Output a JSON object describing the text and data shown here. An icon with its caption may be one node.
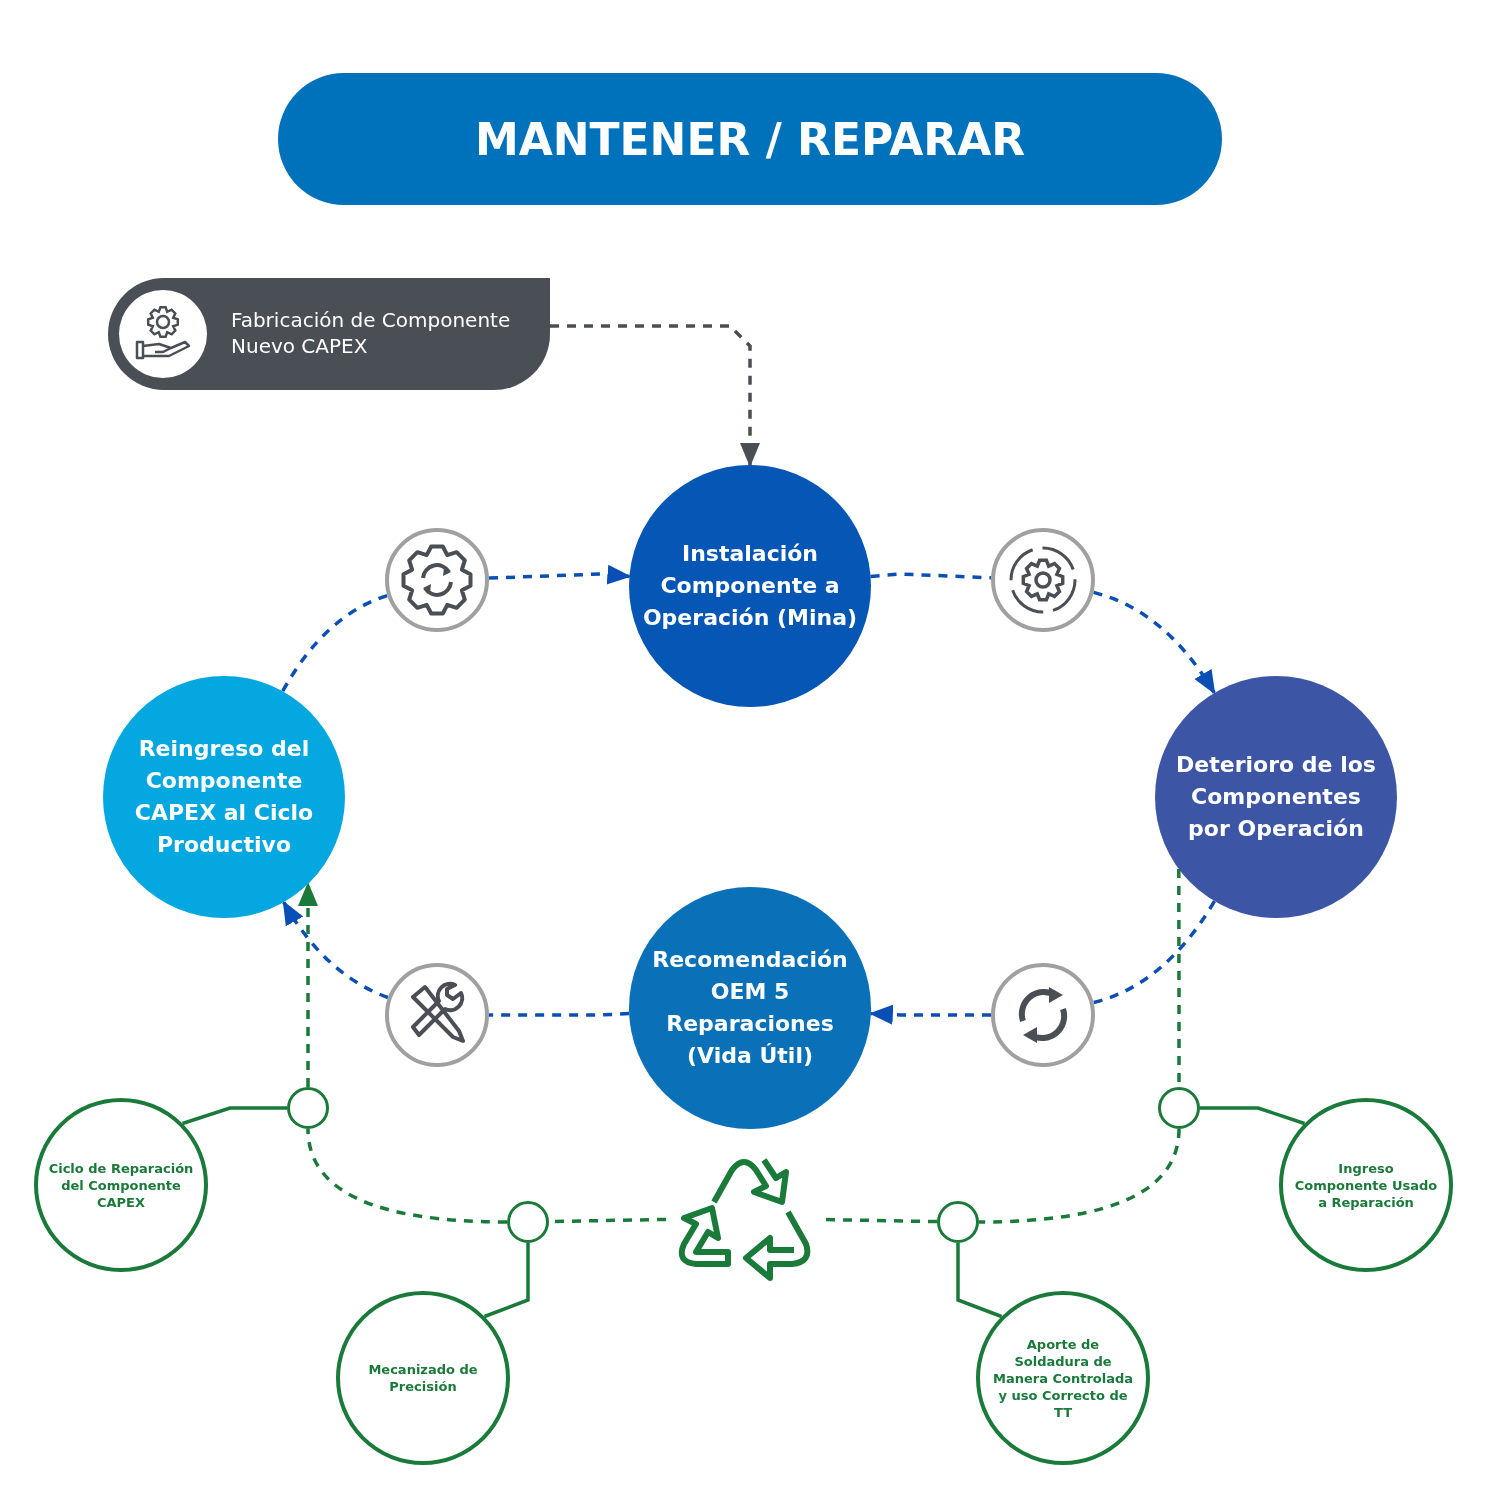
{
  "diagram": {
    "title": "MANTENER / REPARAR",
    "nodes": [
      {
        "text": [
          "Fabricación de Componente Nuevo CAPEX"
        ]
      },
      {
        "text": [],
        "shape": "circle"
      },
      {
        "text": [
          "Instalación Componente a Operación (Mina)"
        ]
      },
      {
        "text": [],
        "shape": "circle"
      },
      {
        "text": [
          "Reingreso del Componente CAPEX al Ciclo Productivo"
        ]
      },
      {
        "text": [
          "Deterioro de los Componentes por Operación"
        ]
      },
      {
        "text": [
          "Recomendación OEM 5 Reparaciones (Vida Útil)"
        ]
      },
      {
        "text": [],
        "shape": "circle"
      },
      {
        "text": [],
        "shape": "circle"
      },
      {
        "text": [],
        "shape": "circle"
      },
      {
        "text": [],
        "shape": "circle"
      },
      {
        "text": [
          "Ciclo de Reparación del Componente CAPEX"
        ]
      },
      {
        "text": [
          "Ingreso Componente Usado a Reparación"
        ]
      },
      {
        "text": [],
        "shape": "circle"
      },
      {
        "text": [],
        "shape": "picture"
      },
      {
        "text": [],
        "shape": "circle"
      },
      {
        "text": [
          "Mecanizado de Precisión"
        ]
      },
      {
        "text": [
          "Aporte de Soldadura de Manera Controlada y uso Correcto de TT"
        ]
      }
    ],
    "edges": [
      {
        "from": 0,
        "to": 2,
        "arrow": "to",
        "style": "dashed",
        "color": "#4a4f55"
      },
      {
        "from": 4,
        "to": 1,
        "arrow": "none",
        "style": "dashed",
        "color": "#0a4fb5"
      },
      {
        "from": 1,
        "to": 2,
        "arrow": "to",
        "style": "dashed",
        "color": "#0a4fb5"
      },
      {
        "from": 2,
        "to": 3,
        "arrow": "none",
        "style": "dashed",
        "color": "#0a4fb5"
      },
      {
        "from": 3,
        "to": 5,
        "arrow": "to",
        "style": "dashed",
        "color": "#0a4fb5"
      },
      {
        "from": 5,
        "to": 8,
        "arrow": "none",
        "style": "dashed",
        "color": "#0a4fb5"
      },
      {
        "from": 8,
        "to": 6,
        "arrow": "to",
        "style": "dashed",
        "color": "#0a4fb5"
      },
      {
        "from": 6,
        "to": 7,
        "arrow": "none",
        "style": "dashed",
        "color": "#0a4fb5"
      },
      {
        "from": 7,
        "to": 4,
        "arrow": "to",
        "style": "dashed",
        "color": "#0a4fb5"
      },
      {
        "from": 5,
        "to": 10,
        "arrow": "none",
        "style": "dashed",
        "color": "#1a7a3a"
      },
      {
        "from": 10,
        "to": 15,
        "arrow": "none",
        "style": "dashed",
        "color": "#1a7a3a"
      },
      {
        "from": 15,
        "to": 14,
        "arrow": "none",
        "style": "dashed",
        "color": "#1a7a3a"
      },
      {
        "from": 14,
        "to": 13,
        "arrow": "none",
        "style": "dashed",
        "color": "#1a7a3a"
      },
      {
        "from": 13,
        "to": 9,
        "arrow": "none",
        "style": "dashed",
        "color": "#1a7a3a"
      },
      {
        "from": 9,
        "to": 4,
        "arrow": "to",
        "style": "dashed",
        "color": "#1a7a3a"
      },
      {
        "from": 11,
        "to": 9,
        "arrow": "none",
        "color": "#1a7a3a"
      },
      {
        "from": 12,
        "to": 10,
        "arrow": "none",
        "color": "#1a7a3a"
      },
      {
        "from": 16,
        "to": 13,
        "arrow": "none",
        "color": "#1a7a3a"
      },
      {
        "from": 17,
        "to": 15,
        "arrow": "none",
        "color": "#1a7a3a"
      }
    ]
  }
}
